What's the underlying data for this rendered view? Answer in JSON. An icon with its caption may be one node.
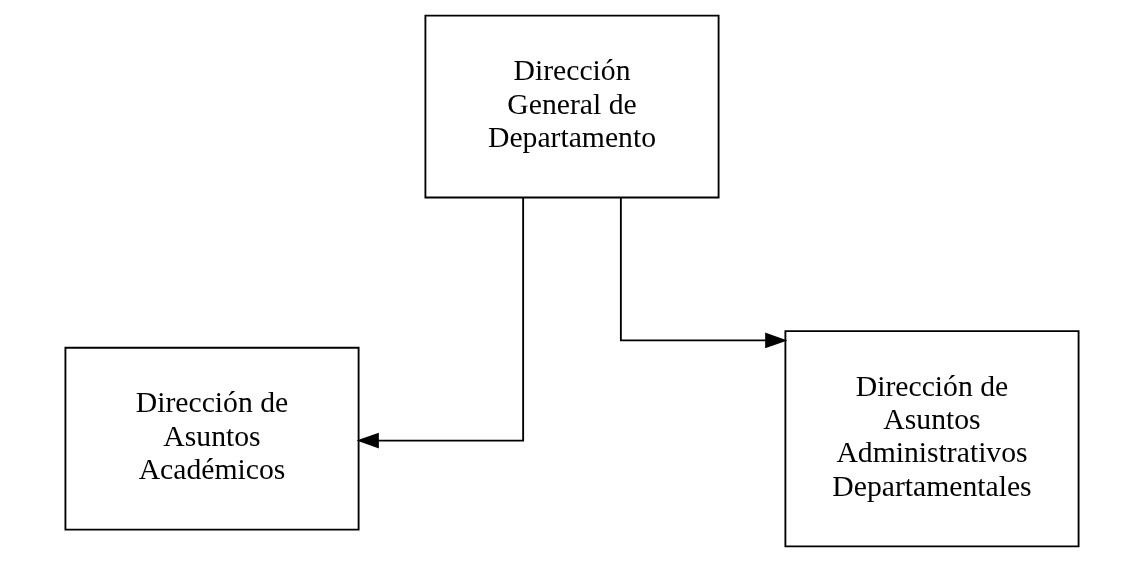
{
  "diagram": {
    "nodes": [
      {
        "text": [
          "Dirección General de Departamento"
        ]
      },
      {
        "text": [
          "Dirección de Asuntos Académicos"
        ]
      },
      {
        "text": [
          "Dirección de Asuntos Administrativos Departamentales"
        ]
      }
    ],
    "edges": [
      {
        "from": 0,
        "to": 1,
        "arrow": "to"
      },
      {
        "from": 0,
        "to": 2,
        "arrow": "to"
      }
    ]
  }
}
